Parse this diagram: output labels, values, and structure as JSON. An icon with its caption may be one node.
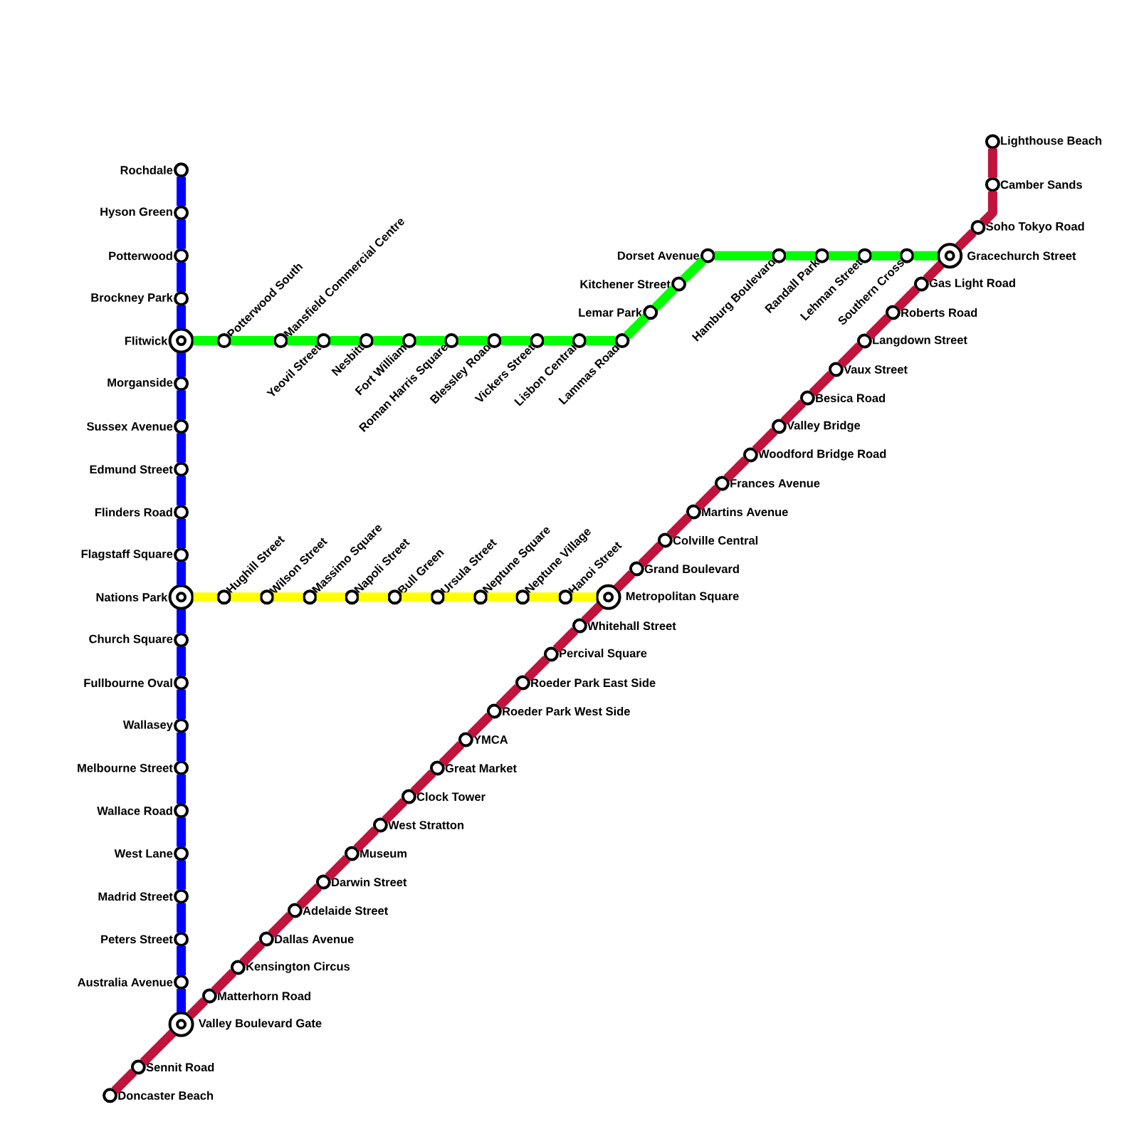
{
  "diagram": {
    "nodes": [
      {
        "text": [
          "Rochdale"
        ]
      },
      {
        "text": [
          "Hyson Green"
        ]
      },
      {
        "text": [
          "Potterwood"
        ]
      },
      {
        "text": [
          "Brockney Park"
        ]
      },
      {
        "text": [
          "Flitwick"
        ]
      },
      {
        "text": [
          "Morganside"
        ]
      },
      {
        "text": [
          "Sussex Avenue"
        ]
      },
      {
        "text": [
          "Edmund Street"
        ]
      },
      {
        "text": [
          "Flinders Road"
        ]
      },
      {
        "text": [
          "Flagstaff Square"
        ]
      },
      {
        "text": [
          "Nations Park"
        ]
      },
      {
        "text": [
          "Church Square"
        ]
      },
      {
        "text": [
          "Fullbourne Oval"
        ]
      },
      {
        "text": [
          "Wallasey"
        ]
      },
      {
        "text": [
          "Melbourne Street"
        ]
      },
      {
        "text": [
          "Wallace Road"
        ]
      },
      {
        "text": [
          "West Lane"
        ]
      },
      {
        "text": [
          "Madrid Street"
        ]
      },
      {
        "text": [
          "Peters Street"
        ]
      },
      {
        "text": [
          "Australia Avenue"
        ]
      },
      {
        "text": [
          "Valley Boulevard Gate"
        ]
      },
      {
        "text": [
          "Potterwood South"
        ]
      },
      {
        "text": [
          "Mansfield Commercial Centre"
        ]
      },
      {
        "text": [
          "Yeovil Street"
        ]
      },
      {
        "text": [
          "Nesbitt"
        ]
      },
      {
        "text": [
          "Fort William"
        ]
      },
      {
        "text": [
          "Roman Harris Square"
        ]
      },
      {
        "text": [
          "Blessley Road"
        ]
      },
      {
        "text": [
          "Vickers Street"
        ]
      },
      {
        "text": [
          "Lisbon Central"
        ]
      },
      {
        "text": [
          "Lammas Road"
        ]
      },
      {
        "text": [
          "Lemar Park"
        ]
      },
      {
        "text": [
          "Kitchener Street"
        ]
      },
      {
        "text": [
          "Dorset Avenue"
        ]
      },
      {
        "text": [
          "Hamburg Boulevard"
        ]
      },
      {
        "text": [
          "Randall Park"
        ]
      },
      {
        "text": [
          "Lehman Street"
        ]
      },
      {
        "text": [
          "Southern Cross"
        ]
      },
      {
        "text": [
          "Gracechurch Street"
        ]
      },
      {
        "text": [
          "Hughill Street"
        ]
      },
      {
        "text": [
          "Wilson Street"
        ]
      },
      {
        "text": [
          "Massimo Square"
        ]
      },
      {
        "text": [
          "Napoli Street"
        ]
      },
      {
        "text": [
          "Bull Green"
        ]
      },
      {
        "text": [
          "Ursula Street"
        ]
      },
      {
        "text": [
          "Neptune Square"
        ]
      },
      {
        "text": [
          "Neptune Village"
        ]
      },
      {
        "text": [
          "Hanoi Street"
        ]
      },
      {
        "text": [
          "Metropolitan Square"
        ]
      },
      {
        "text": [
          "Doncaster Beach"
        ]
      },
      {
        "text": [
          "Sennit Road"
        ]
      },
      {
        "text": [
          "Matterhorn Road"
        ]
      },
      {
        "text": [
          "Kensington Circus"
        ]
      },
      {
        "text": [
          "Dallas Avenue"
        ]
      },
      {
        "text": [
          "Adelaide Street"
        ]
      },
      {
        "text": [
          "Darwin Street"
        ]
      },
      {
        "text": [
          "Museum"
        ]
      },
      {
        "text": [
          "West Stratton"
        ]
      },
      {
        "text": [
          "Clock Tower"
        ]
      },
      {
        "text": [
          "Great Market"
        ]
      },
      {
        "text": [
          "YMCA"
        ]
      },
      {
        "text": [
          "Roeder Park West Side"
        ]
      },
      {
        "text": [
          "Roeder Park East Side"
        ]
      },
      {
        "text": [
          "Percival Square"
        ]
      },
      {
        "text": [
          "Whitehall Street"
        ]
      },
      {
        "text": [
          "Grand Boulevard"
        ]
      },
      {
        "text": [
          "Colville Central"
        ]
      },
      {
        "text": [
          "Martins Avenue"
        ]
      },
      {
        "text": [
          "Frances Avenue"
        ]
      },
      {
        "text": [
          "Woodford Bridge Road"
        ]
      },
      {
        "text": [
          "Valley Bridge"
        ]
      },
      {
        "text": [
          "Besica Road"
        ]
      },
      {
        "text": [
          "Vaux Street"
        ]
      },
      {
        "text": [
          "Langdown Street"
        ]
      },
      {
        "text": [
          "Roberts Road"
        ]
      },
      {
        "text": [
          "Gas Light Road"
        ]
      },
      {
        "text": [
          "Soho Tokyo Road"
        ]
      },
      {
        "text": [
          "Camber Sands"
        ]
      },
      {
        "text": [
          "Lighthouse Beach"
        ]
      }
    ],
    "edges": [
      {
        "from": 0,
        "to": 1,
        "arrow": "none",
        "color": "#0000ff"
      },
      {
        "from": 1,
        "to": 2,
        "arrow": "none",
        "color": "#0000ff"
      },
      {
        "from": 2,
        "to": 3,
        "arrow": "none",
        "color": "#0000ff"
      },
      {
        "from": 3,
        "to": 4,
        "arrow": "none",
        "color": "#0000ff"
      },
      {
        "from": 4,
        "to": 5,
        "arrow": "none",
        "color": "#0000ff"
      },
      {
        "from": 5,
        "to": 6,
        "arrow": "none",
        "color": "#0000ff"
      },
      {
        "from": 6,
        "to": 7,
        "arrow": "none",
        "color": "#0000ff"
      },
      {
        "from": 7,
        "to": 8,
        "arrow": "none",
        "color": "#0000ff"
      },
      {
        "from": 8,
        "to": 9,
        "arrow": "none",
        "color": "#0000ff"
      },
      {
        "from": 9,
        "to": 10,
        "arrow": "none",
        "color": "#0000ff"
      },
      {
        "from": 10,
        "to": 11,
        "arrow": "none",
        "color": "#0000ff"
      },
      {
        "from": 11,
        "to": 12,
        "arrow": "none",
        "color": "#0000ff"
      },
      {
        "from": 12,
        "to": 13,
        "arrow": "none",
        "color": "#0000ff"
      },
      {
        "from": 13,
        "to": 14,
        "arrow": "none",
        "color": "#0000ff"
      },
      {
        "from": 14,
        "to": 15,
        "arrow": "none",
        "color": "#0000ff"
      },
      {
        "from": 15,
        "to": 16,
        "arrow": "none",
        "color": "#0000ff"
      },
      {
        "from": 16,
        "to": 17,
        "arrow": "none",
        "color": "#0000ff"
      },
      {
        "from": 17,
        "to": 18,
        "arrow": "none",
        "color": "#0000ff"
      },
      {
        "from": 18,
        "to": 19,
        "arrow": "none",
        "color": "#0000ff"
      },
      {
        "from": 19,
        "to": 20,
        "arrow": "none",
        "color": "#0000ff"
      },
      {
        "from": 4,
        "to": 21,
        "arrow": "none",
        "color": "#00ff00"
      },
      {
        "from": 21,
        "to": 22,
        "arrow": "none",
        "color": "#00ff00"
      },
      {
        "from": 22,
        "to": 23,
        "arrow": "none",
        "color": "#00ff00"
      },
      {
        "from": 23,
        "to": 24,
        "arrow": "none",
        "color": "#00ff00"
      },
      {
        "from": 24,
        "to": 25,
        "arrow": "none",
        "color": "#00ff00"
      },
      {
        "from": 25,
        "to": 26,
        "arrow": "none",
        "color": "#00ff00"
      },
      {
        "from": 26,
        "to": 27,
        "arrow": "none",
        "color": "#00ff00"
      },
      {
        "from": 27,
        "to": 28,
        "arrow": "none",
        "color": "#00ff00"
      },
      {
        "from": 28,
        "to": 29,
        "arrow": "none",
        "color": "#00ff00"
      },
      {
        "from": 29,
        "to": 30,
        "arrow": "none",
        "color": "#00ff00"
      },
      {
        "from": 30,
        "to": 31,
        "arrow": "none",
        "color": "#00ff00"
      },
      {
        "from": 31,
        "to": 32,
        "arrow": "none",
        "color": "#00ff00"
      },
      {
        "from": 32,
        "to": 33,
        "arrow": "none",
        "color": "#00ff00"
      },
      {
        "from": 33,
        "to": 34,
        "arrow": "none",
        "color": "#00ff00"
      },
      {
        "from": 34,
        "to": 35,
        "arrow": "none",
        "color": "#00ff00"
      },
      {
        "from": 35,
        "to": 36,
        "arrow": "none",
        "color": "#00ff00"
      },
      {
        "from": 36,
        "to": 37,
        "arrow": "none",
        "color": "#00ff00"
      },
      {
        "from": 37,
        "to": 38,
        "arrow": "none",
        "color": "#00ff00"
      },
      {
        "from": 10,
        "to": 39,
        "arrow": "none",
        "color": "#ffff00"
      },
      {
        "from": 39,
        "to": 40,
        "arrow": "none",
        "color": "#ffff00"
      },
      {
        "from": 40,
        "to": 41,
        "arrow": "none",
        "color": "#ffff00"
      },
      {
        "from": 41,
        "to": 42,
        "arrow": "none",
        "color": "#ffff00"
      },
      {
        "from": 42,
        "to": 43,
        "arrow": "none",
        "color": "#ffff00"
      },
      {
        "from": 43,
        "to": 44,
        "arrow": "none",
        "color": "#ffff00"
      },
      {
        "from": 44,
        "to": 45,
        "arrow": "none",
        "color": "#ffff00"
      },
      {
        "from": 45,
        "to": 46,
        "arrow": "none",
        "color": "#ffff00"
      },
      {
        "from": 46,
        "to": 47,
        "arrow": "none",
        "color": "#ffff00"
      },
      {
        "from": 47,
        "to": 48,
        "arrow": "none",
        "color": "#ffff00"
      },
      {
        "from": 49,
        "to": 50,
        "arrow": "none",
        "color": "#c0143c"
      },
      {
        "from": 50,
        "to": 20,
        "arrow": "none",
        "color": "#c0143c"
      },
      {
        "from": 20,
        "to": 51,
        "arrow": "none",
        "color": "#c0143c"
      },
      {
        "from": 51,
        "to": 52,
        "arrow": "none",
        "color": "#c0143c"
      },
      {
        "from": 52,
        "to": 53,
        "arrow": "none",
        "color": "#c0143c"
      },
      {
        "from": 53,
        "to": 54,
        "arrow": "none",
        "color": "#c0143c"
      },
      {
        "from": 54,
        "to": 55,
        "arrow": "none",
        "color": "#c0143c"
      },
      {
        "from": 55,
        "to": 56,
        "arrow": "none",
        "color": "#c0143c"
      },
      {
        "from": 56,
        "to": 57,
        "arrow": "none",
        "color": "#c0143c"
      },
      {
        "from": 57,
        "to": 58,
        "arrow": "none",
        "color": "#c0143c"
      },
      {
        "from": 58,
        "to": 59,
        "arrow": "none",
        "color": "#c0143c"
      },
      {
        "from": 59,
        "to": 60,
        "arrow": "none",
        "color": "#c0143c"
      },
      {
        "from": 60,
        "to": 61,
        "arrow": "none",
        "color": "#c0143c"
      },
      {
        "from": 61,
        "to": 62,
        "arrow": "none",
        "color": "#c0143c"
      },
      {
        "from": 62,
        "to": 63,
        "arrow": "none",
        "color": "#c0143c"
      },
      {
        "from": 63,
        "to": 64,
        "arrow": "none",
        "color": "#c0143c"
      },
      {
        "from": 64,
        "to": 48,
        "arrow": "none",
        "color": "#c0143c"
      },
      {
        "from": 48,
        "to": 65,
        "arrow": "none",
        "color": "#c0143c"
      },
      {
        "from": 65,
        "to": 66,
        "arrow": "none",
        "color": "#c0143c"
      },
      {
        "from": 66,
        "to": 67,
        "arrow": "none",
        "color": "#c0143c"
      },
      {
        "from": 67,
        "to": 68,
        "arrow": "none",
        "color": "#c0143c"
      },
      {
        "from": 68,
        "to": 69,
        "arrow": "none",
        "color": "#c0143c"
      },
      {
        "from": 69,
        "to": 70,
        "arrow": "none",
        "color": "#c0143c"
      },
      {
        "from": 70,
        "to": 71,
        "arrow": "none",
        "color": "#c0143c"
      },
      {
        "from": 71,
        "to": 72,
        "arrow": "none",
        "color": "#c0143c"
      },
      {
        "from": 72,
        "to": 73,
        "arrow": "none",
        "color": "#c0143c"
      },
      {
        "from": 73,
        "to": 74,
        "arrow": "none",
        "color": "#c0143c"
      },
      {
        "from": 74,
        "to": 75,
        "arrow": "none",
        "color": "#c0143c"
      },
      {
        "from": 75,
        "to": 38,
        "arrow": "none",
        "color": "#c0143c"
      },
      {
        "from": 38,
        "to": 76,
        "arrow": "none",
        "color": "#c0143c"
      },
      {
        "from": 76,
        "to": 77,
        "arrow": "none",
        "color": "#c0143c"
      },
      {
        "from": 77,
        "to": 78,
        "arrow": "none",
        "color": "#c0143c"
      }
    ]
  }
}
